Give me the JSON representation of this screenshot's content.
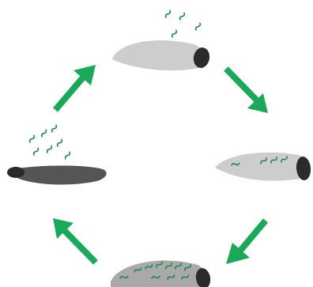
{
  "diagram": {
    "type": "cycle",
    "stage_count": 4,
    "colors": {
      "arrow": "#1aa85a",
      "squiggle": "#1e8a4a",
      "worm_light": "#cdcdcd",
      "worm_mid": "#a9a9a9",
      "worm_dark": "#555555",
      "worm_head": "#2b2b2b"
    },
    "stages": [
      {
        "id": "top",
        "body_shade": "light",
        "squiggle_count": 4,
        "squiggle_location": "above"
      },
      {
        "id": "right",
        "body_shade": "light",
        "squiggle_count": 4,
        "squiggle_location": "on-body"
      },
      {
        "id": "bottom",
        "body_shade": "mid",
        "squiggle_count": 10,
        "squiggle_location": "on-body"
      },
      {
        "id": "left",
        "body_shade": "dark",
        "squiggle_count": 7,
        "squiggle_location": "above"
      }
    ],
    "arrows": [
      {
        "from": "top",
        "to": "right",
        "direction": "clockwise"
      },
      {
        "from": "right",
        "to": "bottom",
        "direction": "clockwise"
      },
      {
        "from": "bottom",
        "to": "left",
        "direction": "clockwise"
      },
      {
        "from": "left",
        "to": "top",
        "direction": "clockwise"
      }
    ]
  }
}
